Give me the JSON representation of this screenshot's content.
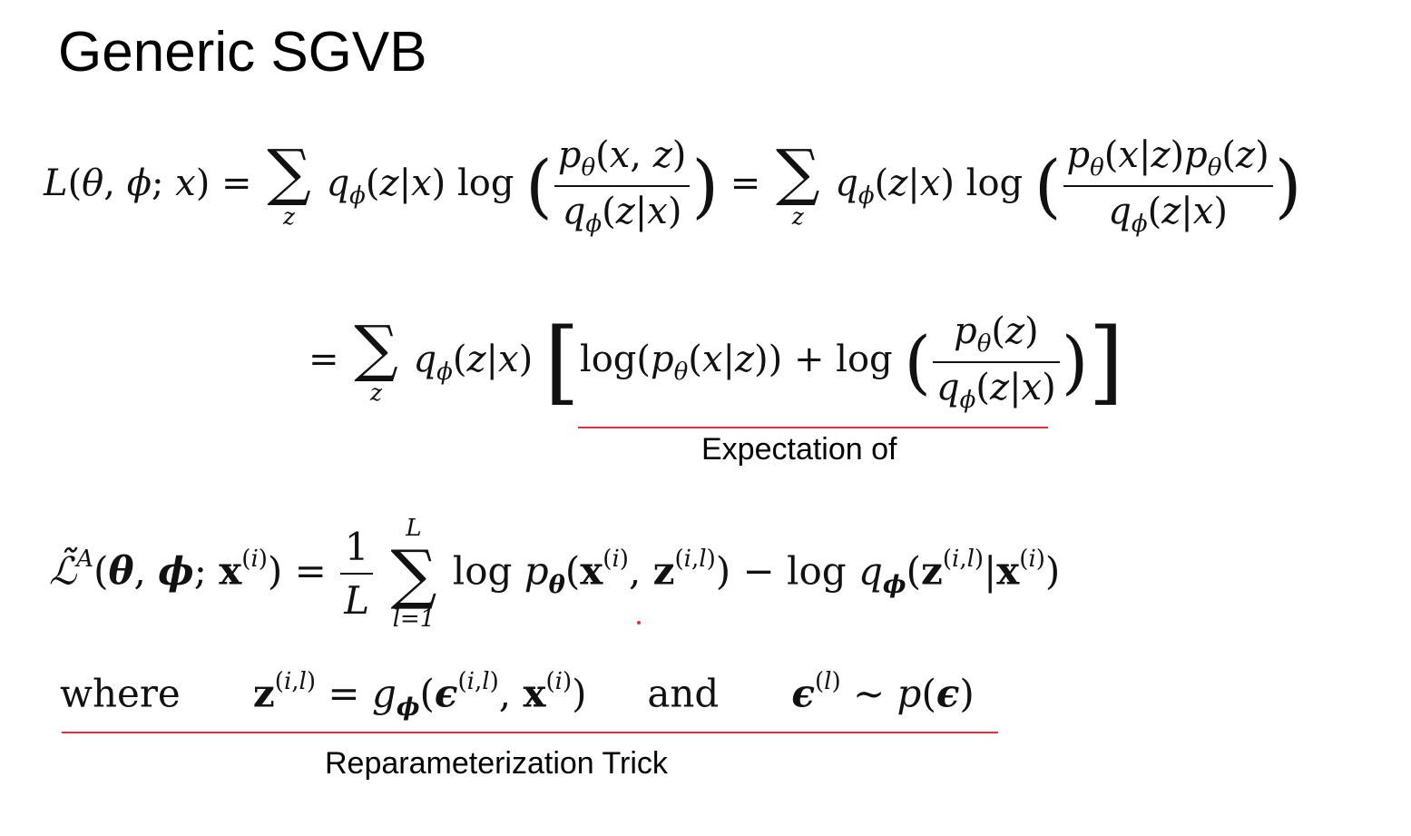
{
  "slide": {
    "title": "Generic SGVB"
  },
  "annotations": {
    "expectation_caption": "Expectation of",
    "reparam_caption": "Reparameterization Trick",
    "underline_color": "#e0303a"
  },
  "eq3": {
    "where_label": "where",
    "and_label": "and"
  }
}
